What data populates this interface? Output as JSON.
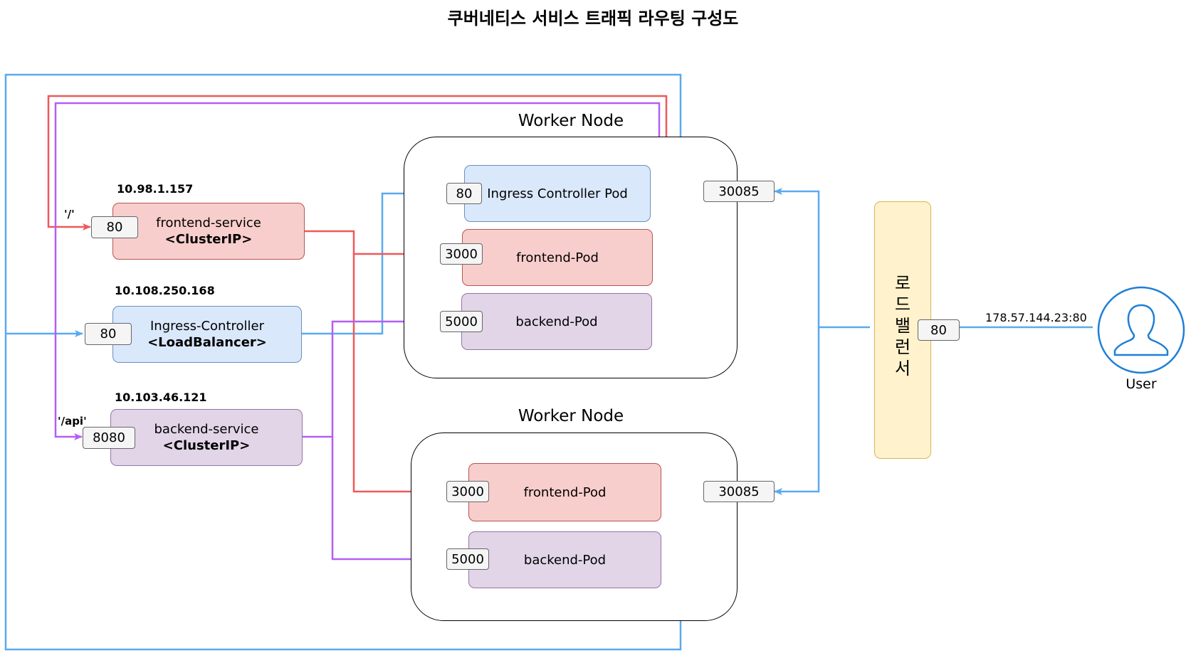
{
  "title": "쿠버네티스 서비스 트래픽 라우팅 구성도",
  "worker_nodes": [
    {
      "label": "Worker Node",
      "node_port": "30085",
      "pods": [
        {
          "name": "Ingress Controller Pod",
          "port": "80"
        },
        {
          "name": "frontend-Pod",
          "port": "3000"
        },
        {
          "name": "backend-Pod",
          "port": "5000"
        }
      ]
    },
    {
      "label": "Worker Node",
      "node_port": "30085",
      "pods": [
        {
          "name": "frontend-Pod",
          "port": "3000"
        },
        {
          "name": "backend-Pod",
          "port": "5000"
        }
      ]
    }
  ],
  "services": [
    {
      "name": "frontend-service",
      "type": "<ClusterIP>",
      "ip": "10.98.1.157",
      "port": "80",
      "route": "'/'"
    },
    {
      "name": "Ingress-Controller",
      "type": "<LoadBalancer>",
      "ip": "10.108.250.168",
      "port": "80"
    },
    {
      "name": "backend-service",
      "type": "<ClusterIP>",
      "ip": "10.103.46.121",
      "port": "8080",
      "route": "'/api'"
    }
  ],
  "load_balancer": {
    "label_chars": [
      "로",
      "드",
      "밸",
      "런",
      "서"
    ],
    "port": "80"
  },
  "user": {
    "label": "User",
    "address": "178.57.144.23:80"
  },
  "colors": {
    "frontend_link": "#f0585a",
    "backend_link": "#b35ef5",
    "ingress_link": "#5aa9f0",
    "user_icon": "#1f7fd6"
  }
}
